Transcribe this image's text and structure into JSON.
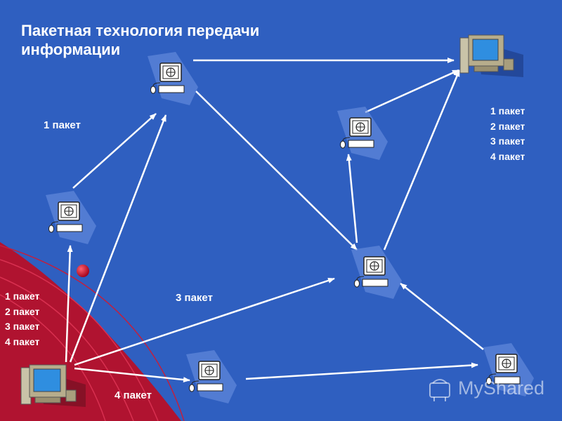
{
  "title": "Пакетная технология передачи\nинформации",
  "labels": {
    "packet1": "1 пакет",
    "packet3": "3 пакет",
    "packet4": "4 пакет"
  },
  "sender_list": [
    "1 пакет",
    "2 пакет",
    "3 пакет",
    "4 пакет"
  ],
  "receiver_list": [
    "1 пакет",
    "2 пакет",
    "3 пакет",
    "4 пакет"
  ],
  "watermark": "MyShared",
  "colors": {
    "background": "#2f5fc0",
    "corner": "#b01330",
    "arrow": "#ffffff"
  }
}
